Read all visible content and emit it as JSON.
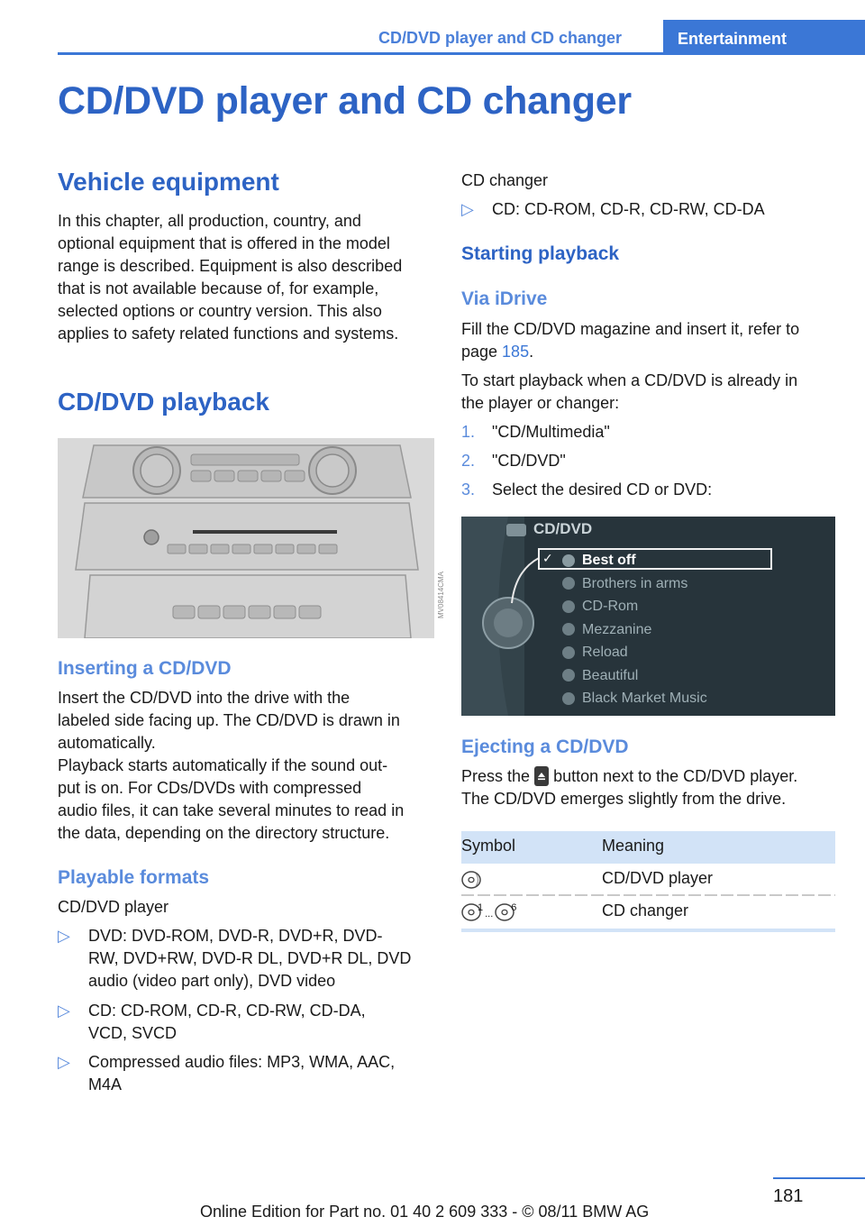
{
  "header": {
    "section_title": "CD/DVD player and CD changer",
    "chapter_tab": "Entertainment"
  },
  "page_title": "CD/DVD player and CD changer",
  "vehicle_equipment": {
    "heading": "Vehicle equipment",
    "lines": [
      "In this chapter, all production, country, and",
      "optional equipment that is offered in the model",
      "range is described. Equipment is also described",
      "that is not available because of, for example,",
      "selected options or country version. This also",
      "applies to safety related functions and systems."
    ]
  },
  "cd_dvd_playback": {
    "heading": "CD/DVD playback",
    "image_code": "MV08414CMA"
  },
  "inserting": {
    "heading": "Inserting a CD/DVD",
    "lines": [
      "Insert the CD/DVD into the drive with the",
      "labeled side facing up. The CD/DVD is drawn in",
      "automatically.",
      "Playback starts automatically if the sound out-",
      "put is on. For CDs/DVDs with compressed",
      "audio files, it can take several minutes to read in",
      "the data, depending on the directory structure."
    ]
  },
  "playable_formats": {
    "heading": "Playable formats",
    "player_label": "CD/DVD player",
    "player_items": [
      [
        "DVD: DVD-ROM, DVD-R, DVD+R, DVD-",
        "RW, DVD+RW, DVD-R DL, DVD+R DL, DVD",
        "audio (video part only), DVD video"
      ],
      [
        "CD: CD-ROM, CD-R, CD-RW, CD-DA,",
        "VCD, SVCD"
      ],
      [
        "Compressed audio files: MP3, WMA, AAC,",
        "M4A"
      ]
    ],
    "changer_label": "CD changer",
    "changer_items": [
      "CD: CD-ROM, CD-R, CD-RW, CD-DA"
    ],
    "bullet": "▷"
  },
  "starting_playback": {
    "heading": "Starting playback",
    "sub_heading": "Via iDrive",
    "p1_line1": "Fill the CD/DVD magazine and insert it, refer to",
    "p1_line2_prefix": "page ",
    "p1_page_link": "185",
    "p1_line2_suffix": ".",
    "p2_lines": [
      "To start playback when a CD/DVD is already in",
      "the player or changer:"
    ],
    "steps": [
      {
        "n": "1.",
        "text": "\"CD/Multimedia\""
      },
      {
        "n": "2.",
        "text": "\"CD/DVD\""
      },
      {
        "n": "3.",
        "text": "Select the desired CD or DVD:"
      }
    ]
  },
  "idrive_screen": {
    "title": "CD/DVD",
    "items": [
      "Best off",
      "Brothers in arms",
      "CD-Rom",
      "Mezzanine",
      "Reload",
      "Beautiful",
      "Black Market Music"
    ],
    "selected_index": 0,
    "check": "✓"
  },
  "ejecting": {
    "heading": "Ejecting a CD/DVD",
    "line1_prefix": "Press the",
    "line1_suffix": "button next to the CD/DVD player.",
    "line2": "The CD/DVD emerges slightly from the drive."
  },
  "symbol_table": {
    "col_symbol": "Symbol",
    "col_meaning": "Meaning",
    "rows": [
      {
        "symbol_icon": "disc-icon",
        "meaning": "CD/DVD player"
      },
      {
        "symbol_icon": "disc-changer-1-6-icon",
        "range_start": "1",
        "range_dots": "...",
        "range_end": "6",
        "meaning": "CD changer"
      }
    ]
  },
  "footer": {
    "page_number": "181",
    "edition": "Online Edition for Part no. 01 40 2 609 333 - © 08/11 BMW AG"
  }
}
